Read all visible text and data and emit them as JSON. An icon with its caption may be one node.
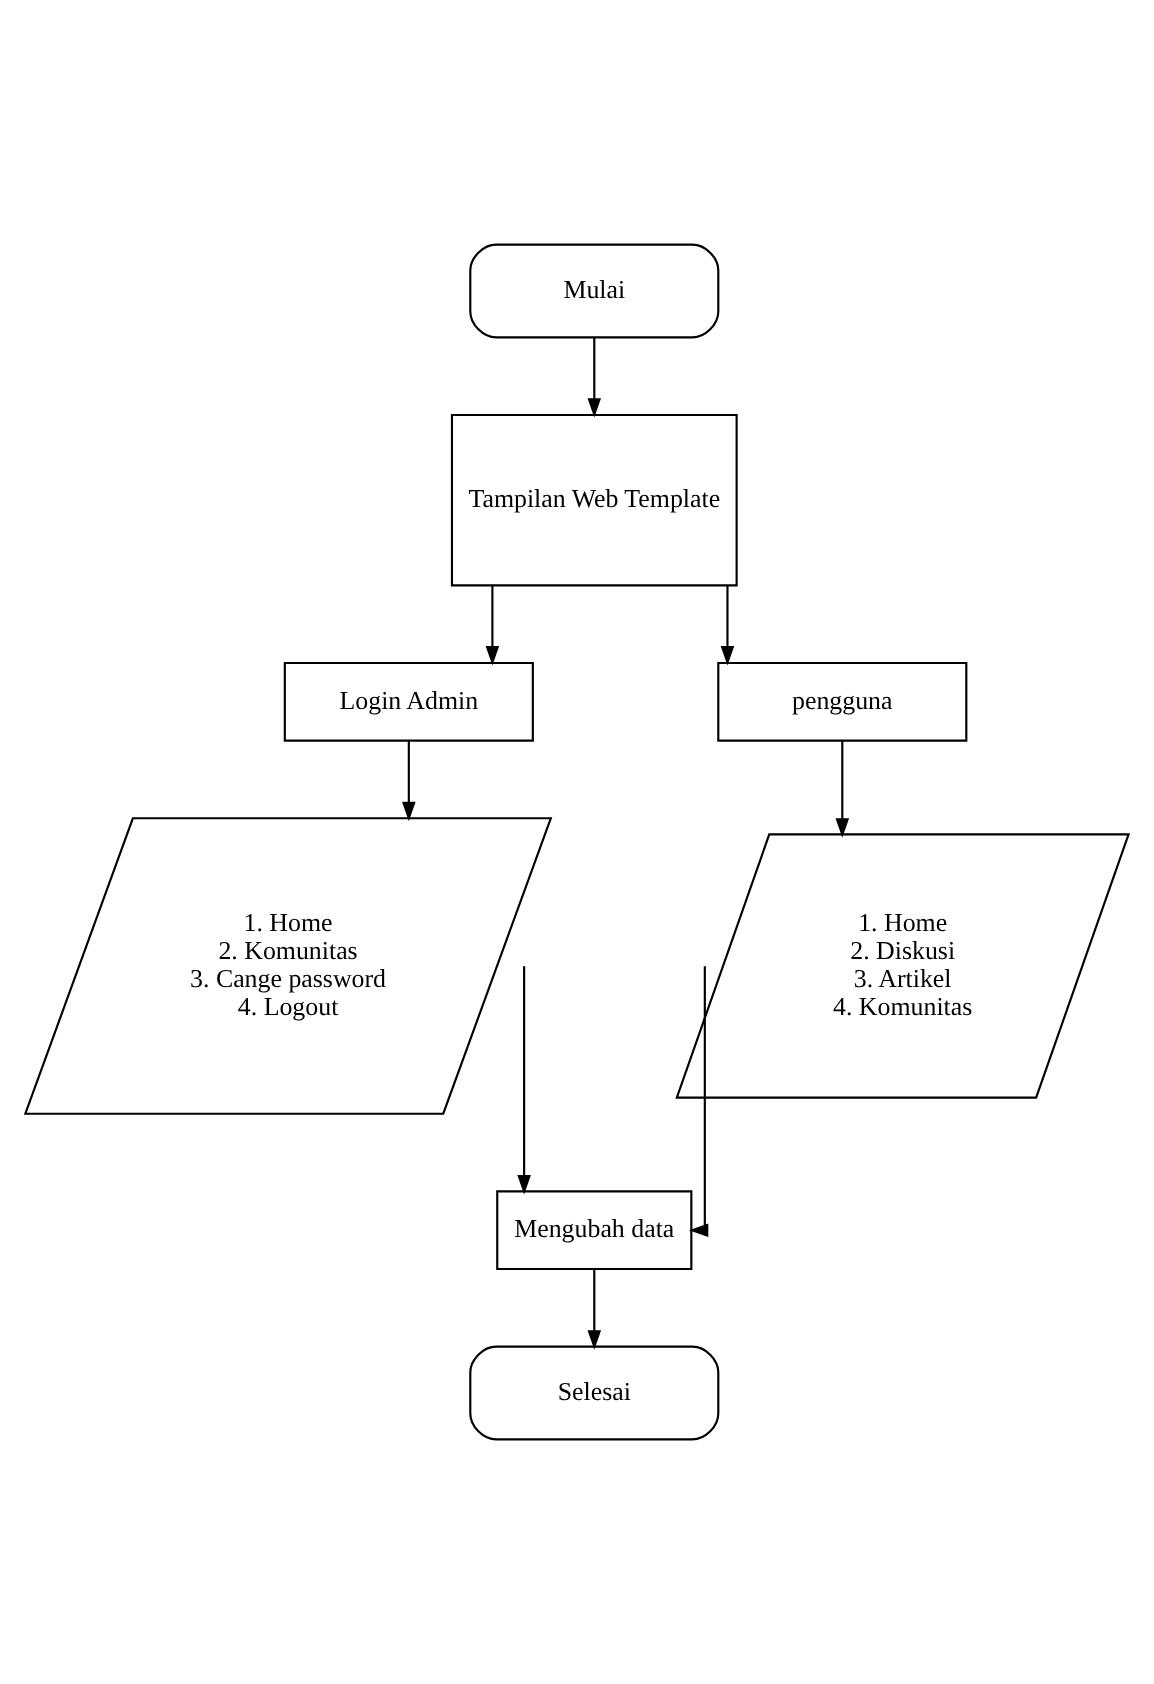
{
  "diagram": {
    "nodes": [
      {
        "text": [
          "Mulai"
        ]
      },
      {
        "text": [
          "Tampilan Web Template"
        ]
      },
      {
        "text": [
          "Login Admin"
        ]
      },
      {
        "text": [
          "pengguna"
        ]
      },
      {
        "text": [
          "1. Home",
          "2. Komunitas",
          "3. Cange password",
          "4. Logout"
        ]
      },
      {
        "text": [
          "1. Home",
          "2. Diskusi",
          "3. Artikel",
          "4. Komunitas"
        ]
      },
      {
        "text": [
          "Mengubah data"
        ]
      },
      {
        "text": [
          "Selesai"
        ]
      }
    ],
    "edges": [
      {
        "from": 0,
        "to": 1,
        "arrow": "to"
      },
      {
        "from": 1,
        "to": 2,
        "arrow": "to"
      },
      {
        "from": 1,
        "to": 3,
        "arrow": "to"
      },
      {
        "from": 2,
        "to": 4,
        "arrow": "to"
      },
      {
        "from": 3,
        "to": 5,
        "arrow": "to"
      },
      {
        "from": 4,
        "to": 6,
        "arrow": "to"
      },
      {
        "from": 5,
        "to": 6,
        "arrow": "to"
      },
      {
        "from": 6,
        "to": 7,
        "arrow": "to"
      }
    ]
  }
}
